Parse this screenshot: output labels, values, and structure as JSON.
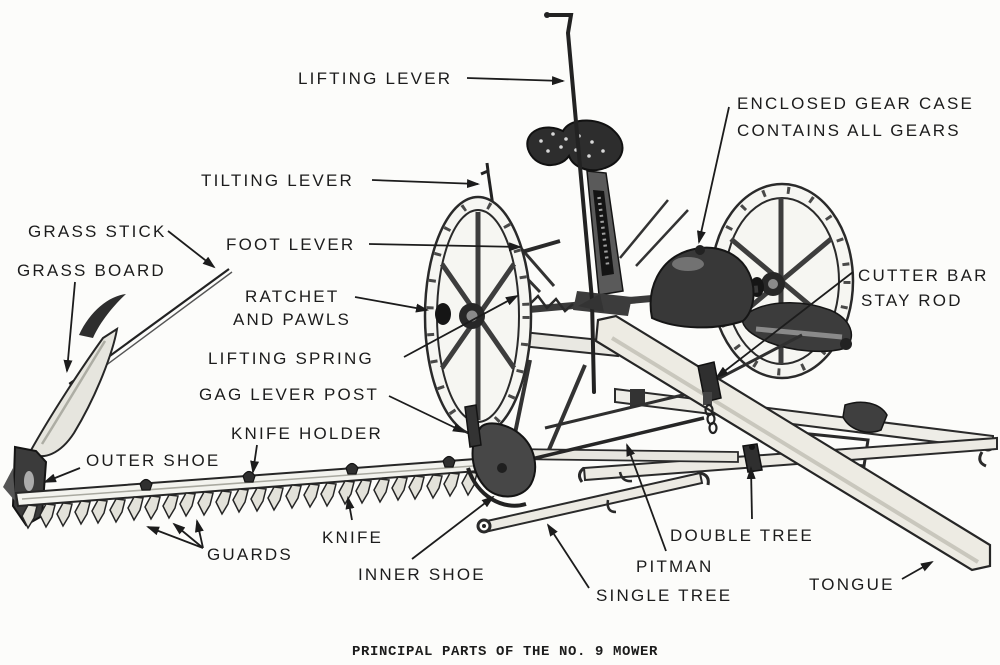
{
  "figure": {
    "caption": "PRINCIPAL PARTS OF THE NO. 9 MOWER",
    "subject": "No. 9 horse-drawn sickle-bar mower, annotated parts diagram",
    "colors": {
      "ink": "#1c1c1c",
      "paper": "#fcfcfa",
      "metal_light": "#eceae3",
      "metal_dark": "#3a3a3a"
    },
    "labels": {
      "lifting_lever": "LIFTING LEVER",
      "enclosed_gear_case_line1": "ENCLOSED GEAR CASE",
      "enclosed_gear_case_line2": "CONTAINS ALL GEARS",
      "tilting_lever": "TILTING LEVER",
      "grass_stick": "GRASS STICK",
      "grass_board": "GRASS BOARD",
      "foot_lever": "FOOT LEVER",
      "ratchet_line1": "RATCHET",
      "ratchet_line2": "AND PAWLS",
      "cutter_bar_stay_rod_line1": "CUTTER BAR",
      "cutter_bar_stay_rod_line2": "STAY ROD",
      "lifting_spring": "LIFTING SPRING",
      "gag_lever_post": "GAG LEVER POST",
      "knife_holder": "KNIFE HOLDER",
      "outer_shoe": "OUTER SHOE",
      "knife": "KNIFE",
      "guards": "GUARDS",
      "inner_shoe": "INNER SHOE",
      "double_tree": "DOUBLE TREE",
      "pitman": "PITMAN",
      "single_tree": "SINGLE TREE",
      "tongue": "TONGUE"
    }
  }
}
